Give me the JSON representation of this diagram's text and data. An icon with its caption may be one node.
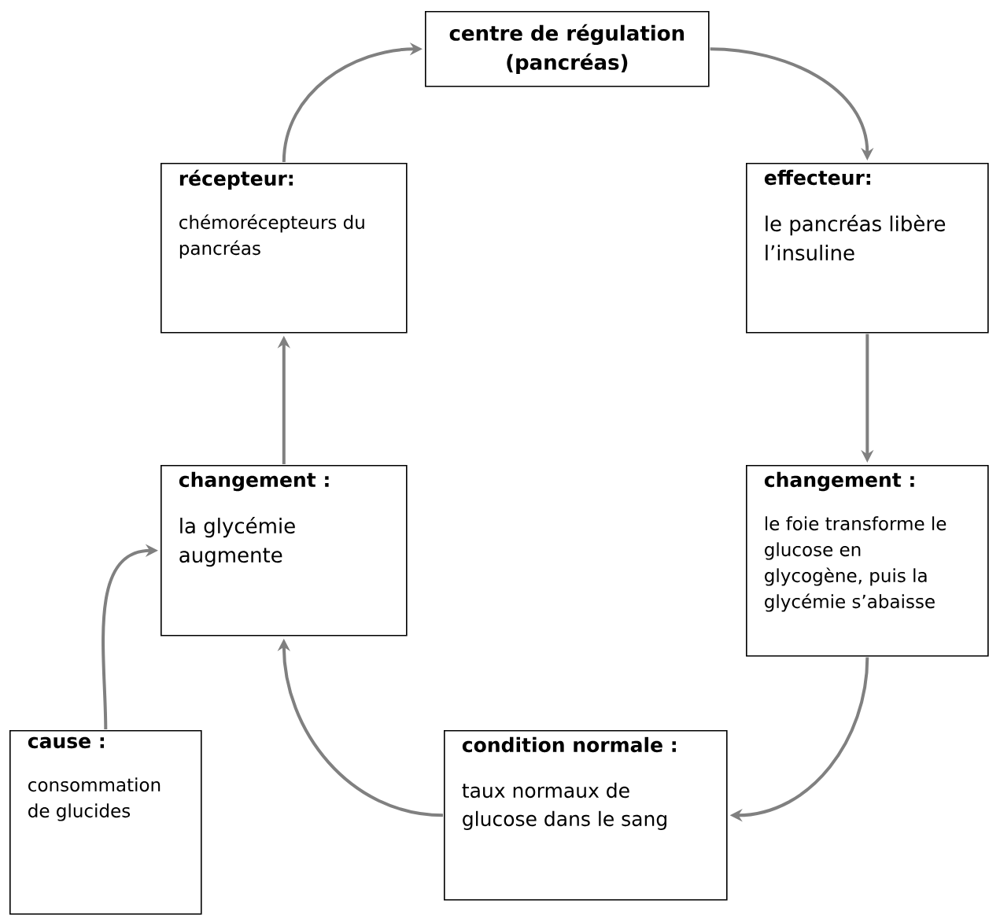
{
  "diagram": {
    "nodes": [
      {
        "text": [
          "centre de régulation (pancréas)"
        ]
      },
      {
        "text": [
          "récepteur:",
          "chémorécepteurs du pancréas"
        ]
      },
      {
        "text": [
          "effecteur:",
          "le pancréas libère l’insuline"
        ]
      },
      {
        "text": [
          "changement :",
          "la glycémie augmente"
        ]
      },
      {
        "text": [
          "changement :",
          "le foie transforme le glucose en glycogène, puis la glycémie s’abaisse"
        ]
      },
      {
        "text": [
          "condition normale :",
          "taux normaux de glucose dans le sang"
        ]
      },
      {
        "text": [
          "cause :",
          "consommation de glucides"
        ]
      }
    ],
    "edges": [
      {
        "from": 1,
        "to": 0,
        "arrow": "to"
      },
      {
        "from": 0,
        "to": 2,
        "arrow": "to"
      },
      {
        "from": 2,
        "to": 4,
        "arrow": "to"
      },
      {
        "from": 4,
        "to": 5,
        "arrow": "to"
      },
      {
        "from": 5,
        "to": 3,
        "arrow": "to"
      },
      {
        "from": 3,
        "to": 1,
        "arrow": "to"
      },
      {
        "from": 6,
        "to": 3,
        "arrow": "to"
      }
    ]
  }
}
